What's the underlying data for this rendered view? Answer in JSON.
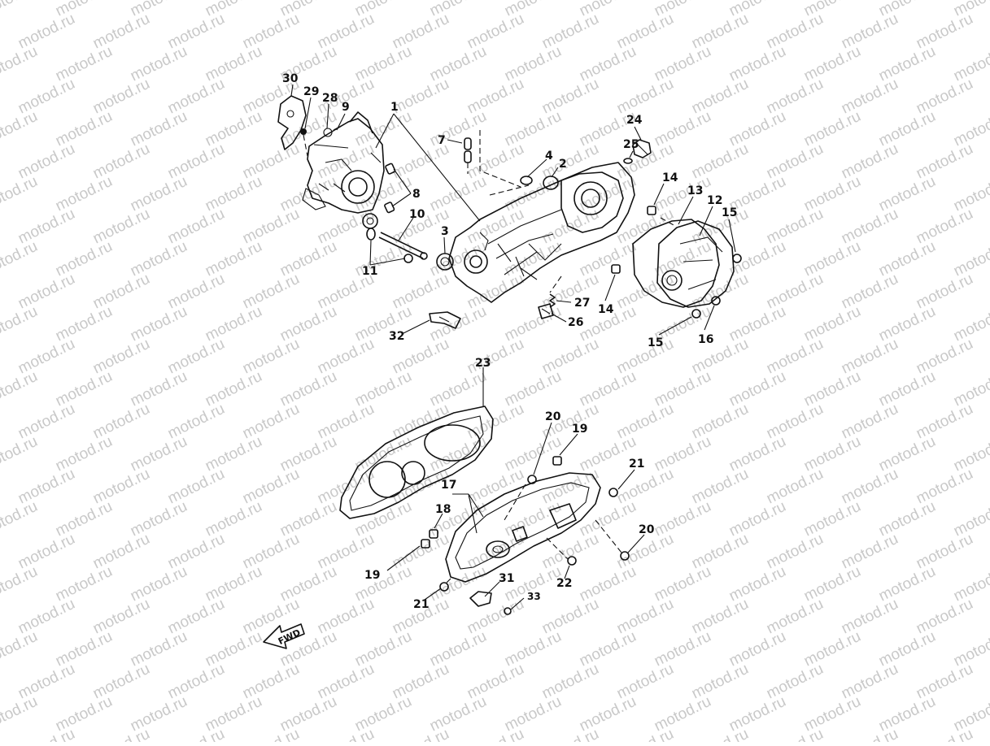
{
  "watermark": {
    "text": "motod.ru"
  },
  "fwd_label": "FWD",
  "callouts": {
    "c30": "30",
    "c29": "29",
    "c28": "28",
    "c9": "9",
    "c1": "1",
    "c7": "7",
    "c4": "4",
    "c2": "2",
    "c24": "24",
    "c25": "25",
    "c14a": "14",
    "c13": "13",
    "c12": "12",
    "c15a": "15",
    "c8": "8",
    "c10": "10",
    "c3": "3",
    "c11": "11",
    "c27": "27",
    "c26": "26",
    "c14b": "14",
    "c15b": "15",
    "c16": "16",
    "c32": "32",
    "c23": "23",
    "c20a": "20",
    "c19a": "19",
    "c21a": "21",
    "c17": "17",
    "c18": "18",
    "c20b": "20",
    "c19b": "19",
    "c22": "22",
    "c31": "31",
    "c33": "33",
    "c21b": "21"
  },
  "colors": {
    "ink": "#111111",
    "watermark": "#c9c9c9",
    "background": "#ffffff"
  }
}
